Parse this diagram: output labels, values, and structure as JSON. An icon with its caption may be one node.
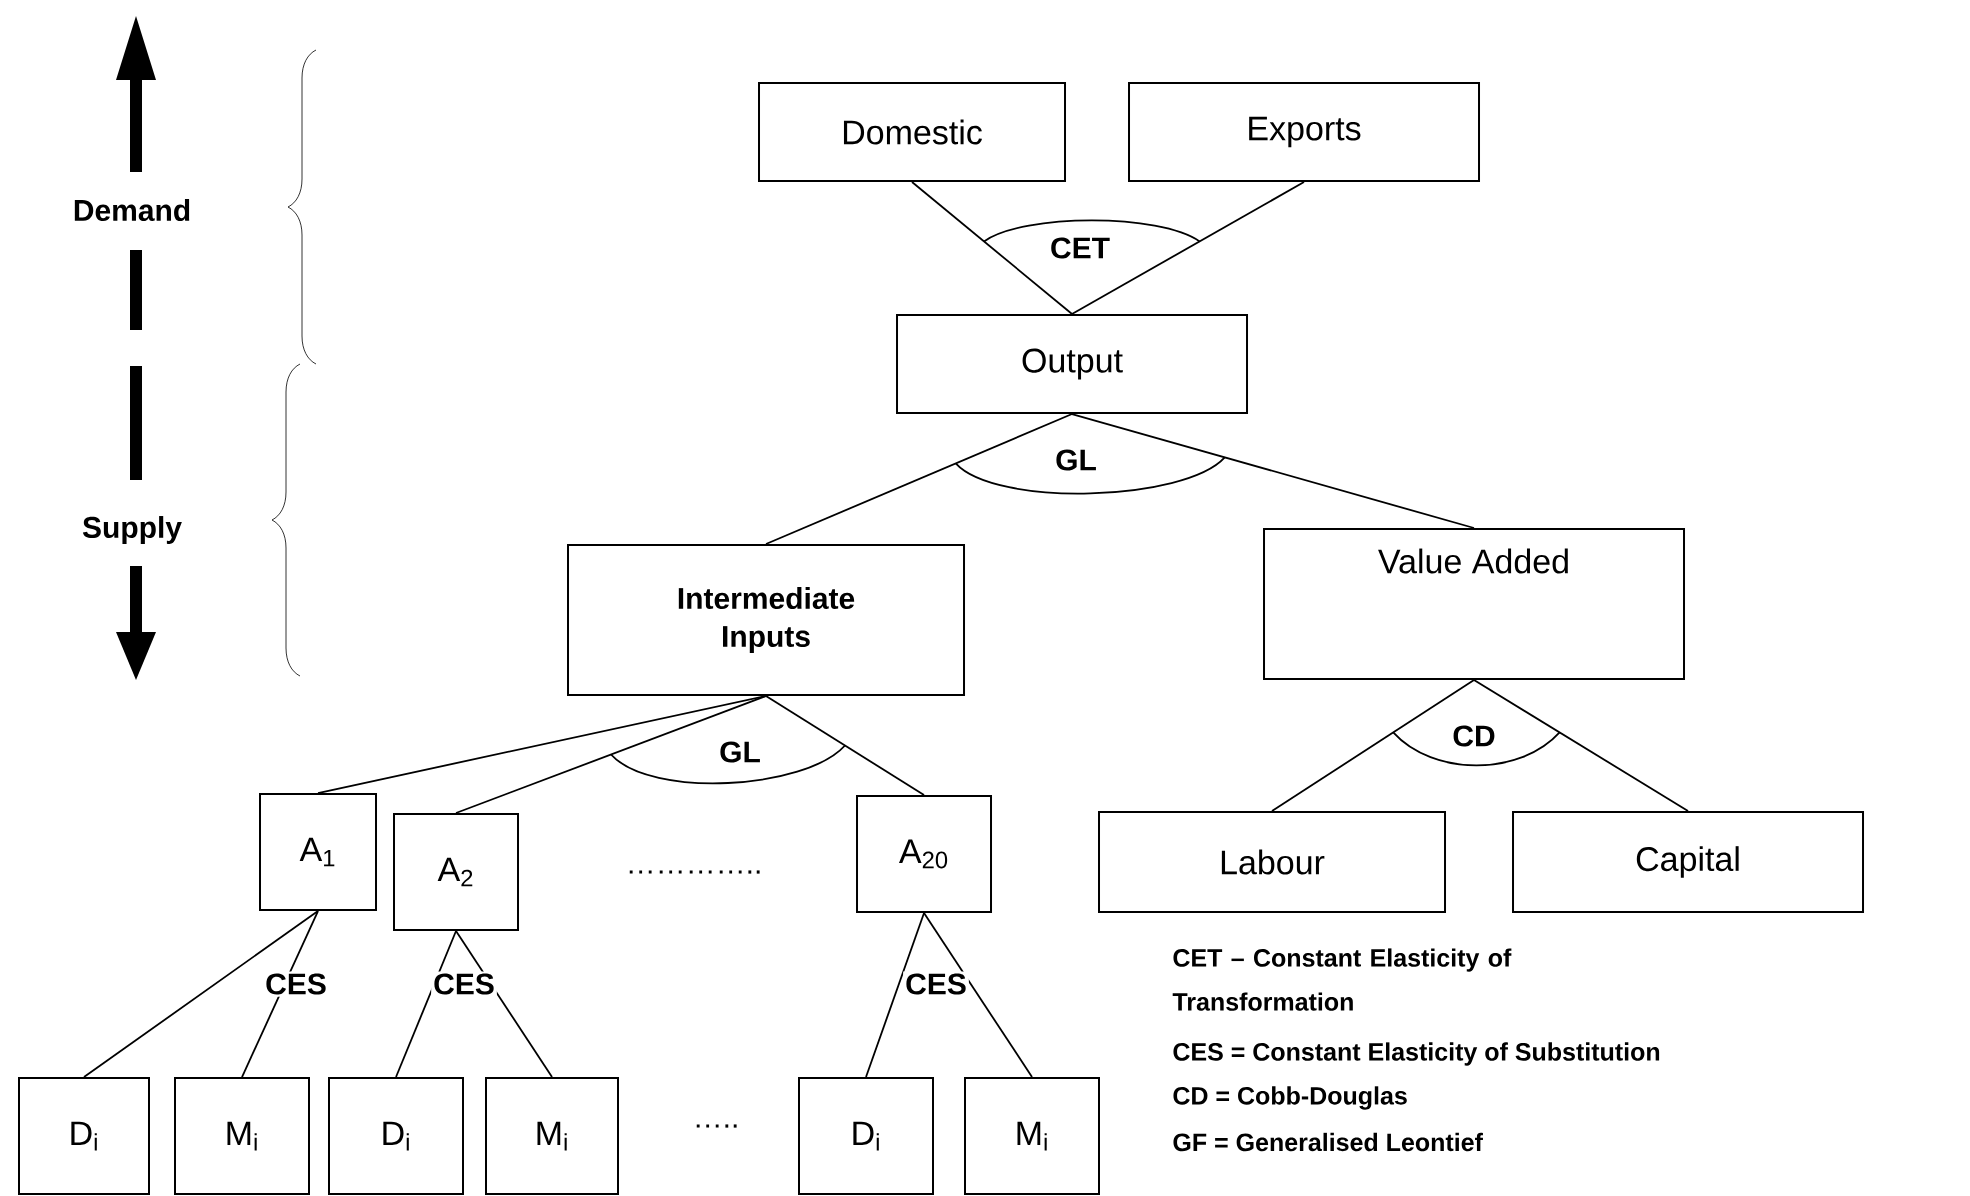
{
  "diagram": {
    "nodes": [
      {
        "text": [
          "Domestic"
        ]
      },
      {
        "text": [
          "Exports"
        ]
      },
      {
        "text": [
          "Output"
        ]
      },
      {
        "text": [
          "Intermediate Inputs"
        ]
      },
      {
        "text": [
          "Value Added"
        ]
      },
      {
        "text": [
          "A$_{1}$"
        ]
      },
      {
        "text": [
          "A$_{2}$"
        ]
      },
      {
        "text": [
          "A$_{20}$"
        ]
      },
      {
        "text": [
          "Labour"
        ]
      },
      {
        "text": [
          "Capital"
        ]
      },
      {
        "text": [
          "D$_{i}$"
        ]
      },
      {
        "text": [
          "M$_{i}$"
        ]
      },
      {
        "text": [
          "D$_{i}$"
        ]
      },
      {
        "text": [
          "M$_{i}$"
        ]
      },
      {
        "text": [
          "D$_{i}$"
        ]
      },
      {
        "text": [
          "M$_{i}$"
        ]
      }
    ],
    "edges": [
      {
        "from": 2,
        "to": 0,
        "arrow": "none"
      },
      {
        "from": 2,
        "to": 1,
        "arrow": "none"
      },
      {
        "from": 2,
        "to": 3,
        "arrow": "none"
      },
      {
        "from": 2,
        "to": 4,
        "arrow": "none"
      },
      {
        "from": 3,
        "to": 5,
        "arrow": "none"
      },
      {
        "from": 3,
        "to": 6,
        "arrow": "none"
      },
      {
        "from": 3,
        "to": 7,
        "arrow": "none"
      },
      {
        "from": 4,
        "to": 8,
        "arrow": "none"
      },
      {
        "from": 4,
        "to": 9,
        "arrow": "none"
      },
      {
        "from": 5,
        "to": 10,
        "arrow": "none"
      },
      {
        "from": 5,
        "to": 11,
        "arrow": "none"
      },
      {
        "from": 6,
        "to": 12,
        "arrow": "none"
      },
      {
        "from": 6,
        "to": 13,
        "arrow": "none"
      },
      {
        "from": 7,
        "to": 14,
        "arrow": "none"
      },
      {
        "from": 7,
        "to": 15,
        "arrow": "none"
      }
    ],
    "labels": [
      "Demand",
      "CET",
      "Supply",
      "GL",
      "GL",
      "CD",
      "…………..",
      "CES",
      "CES",
      "CES",
      "CET – Constant Elasticity of Transformation",
      "CES = Constant Elasticity of Substitution",
      "CD = Cobb-Douglas",
      "GF = Generalised Leontief",
      "….."
    ]
  }
}
